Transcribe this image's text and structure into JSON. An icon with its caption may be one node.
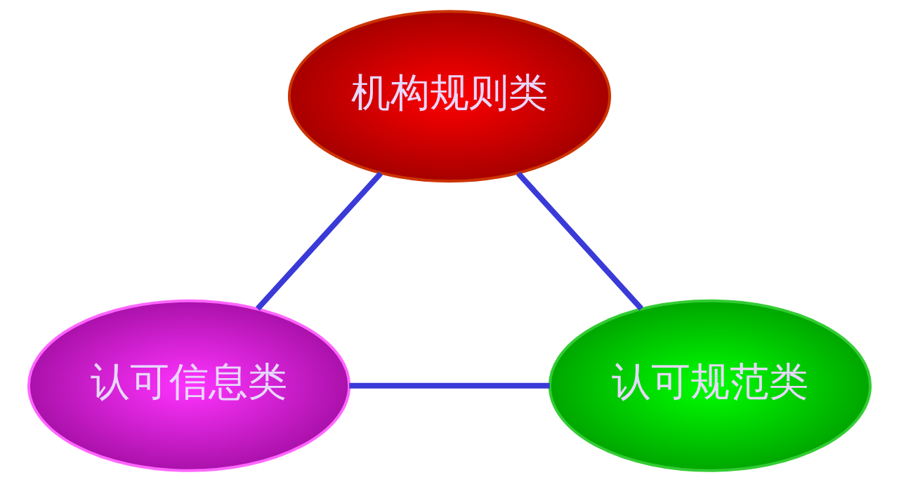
{
  "diagram": {
    "nodes": [
      {
        "text": [
          "机构规则类"
        ]
      },
      {
        "text": [
          "认可信息类"
        ]
      },
      {
        "text": [
          "认可规范类"
        ]
      }
    ],
    "edges": [
      {
        "from": 0,
        "to": 1,
        "arrow": "none"
      },
      {
        "from": 0,
        "to": 2,
        "arrow": "none"
      },
      {
        "from": 2,
        "to": 1,
        "arrow": "none"
      }
    ]
  }
}
